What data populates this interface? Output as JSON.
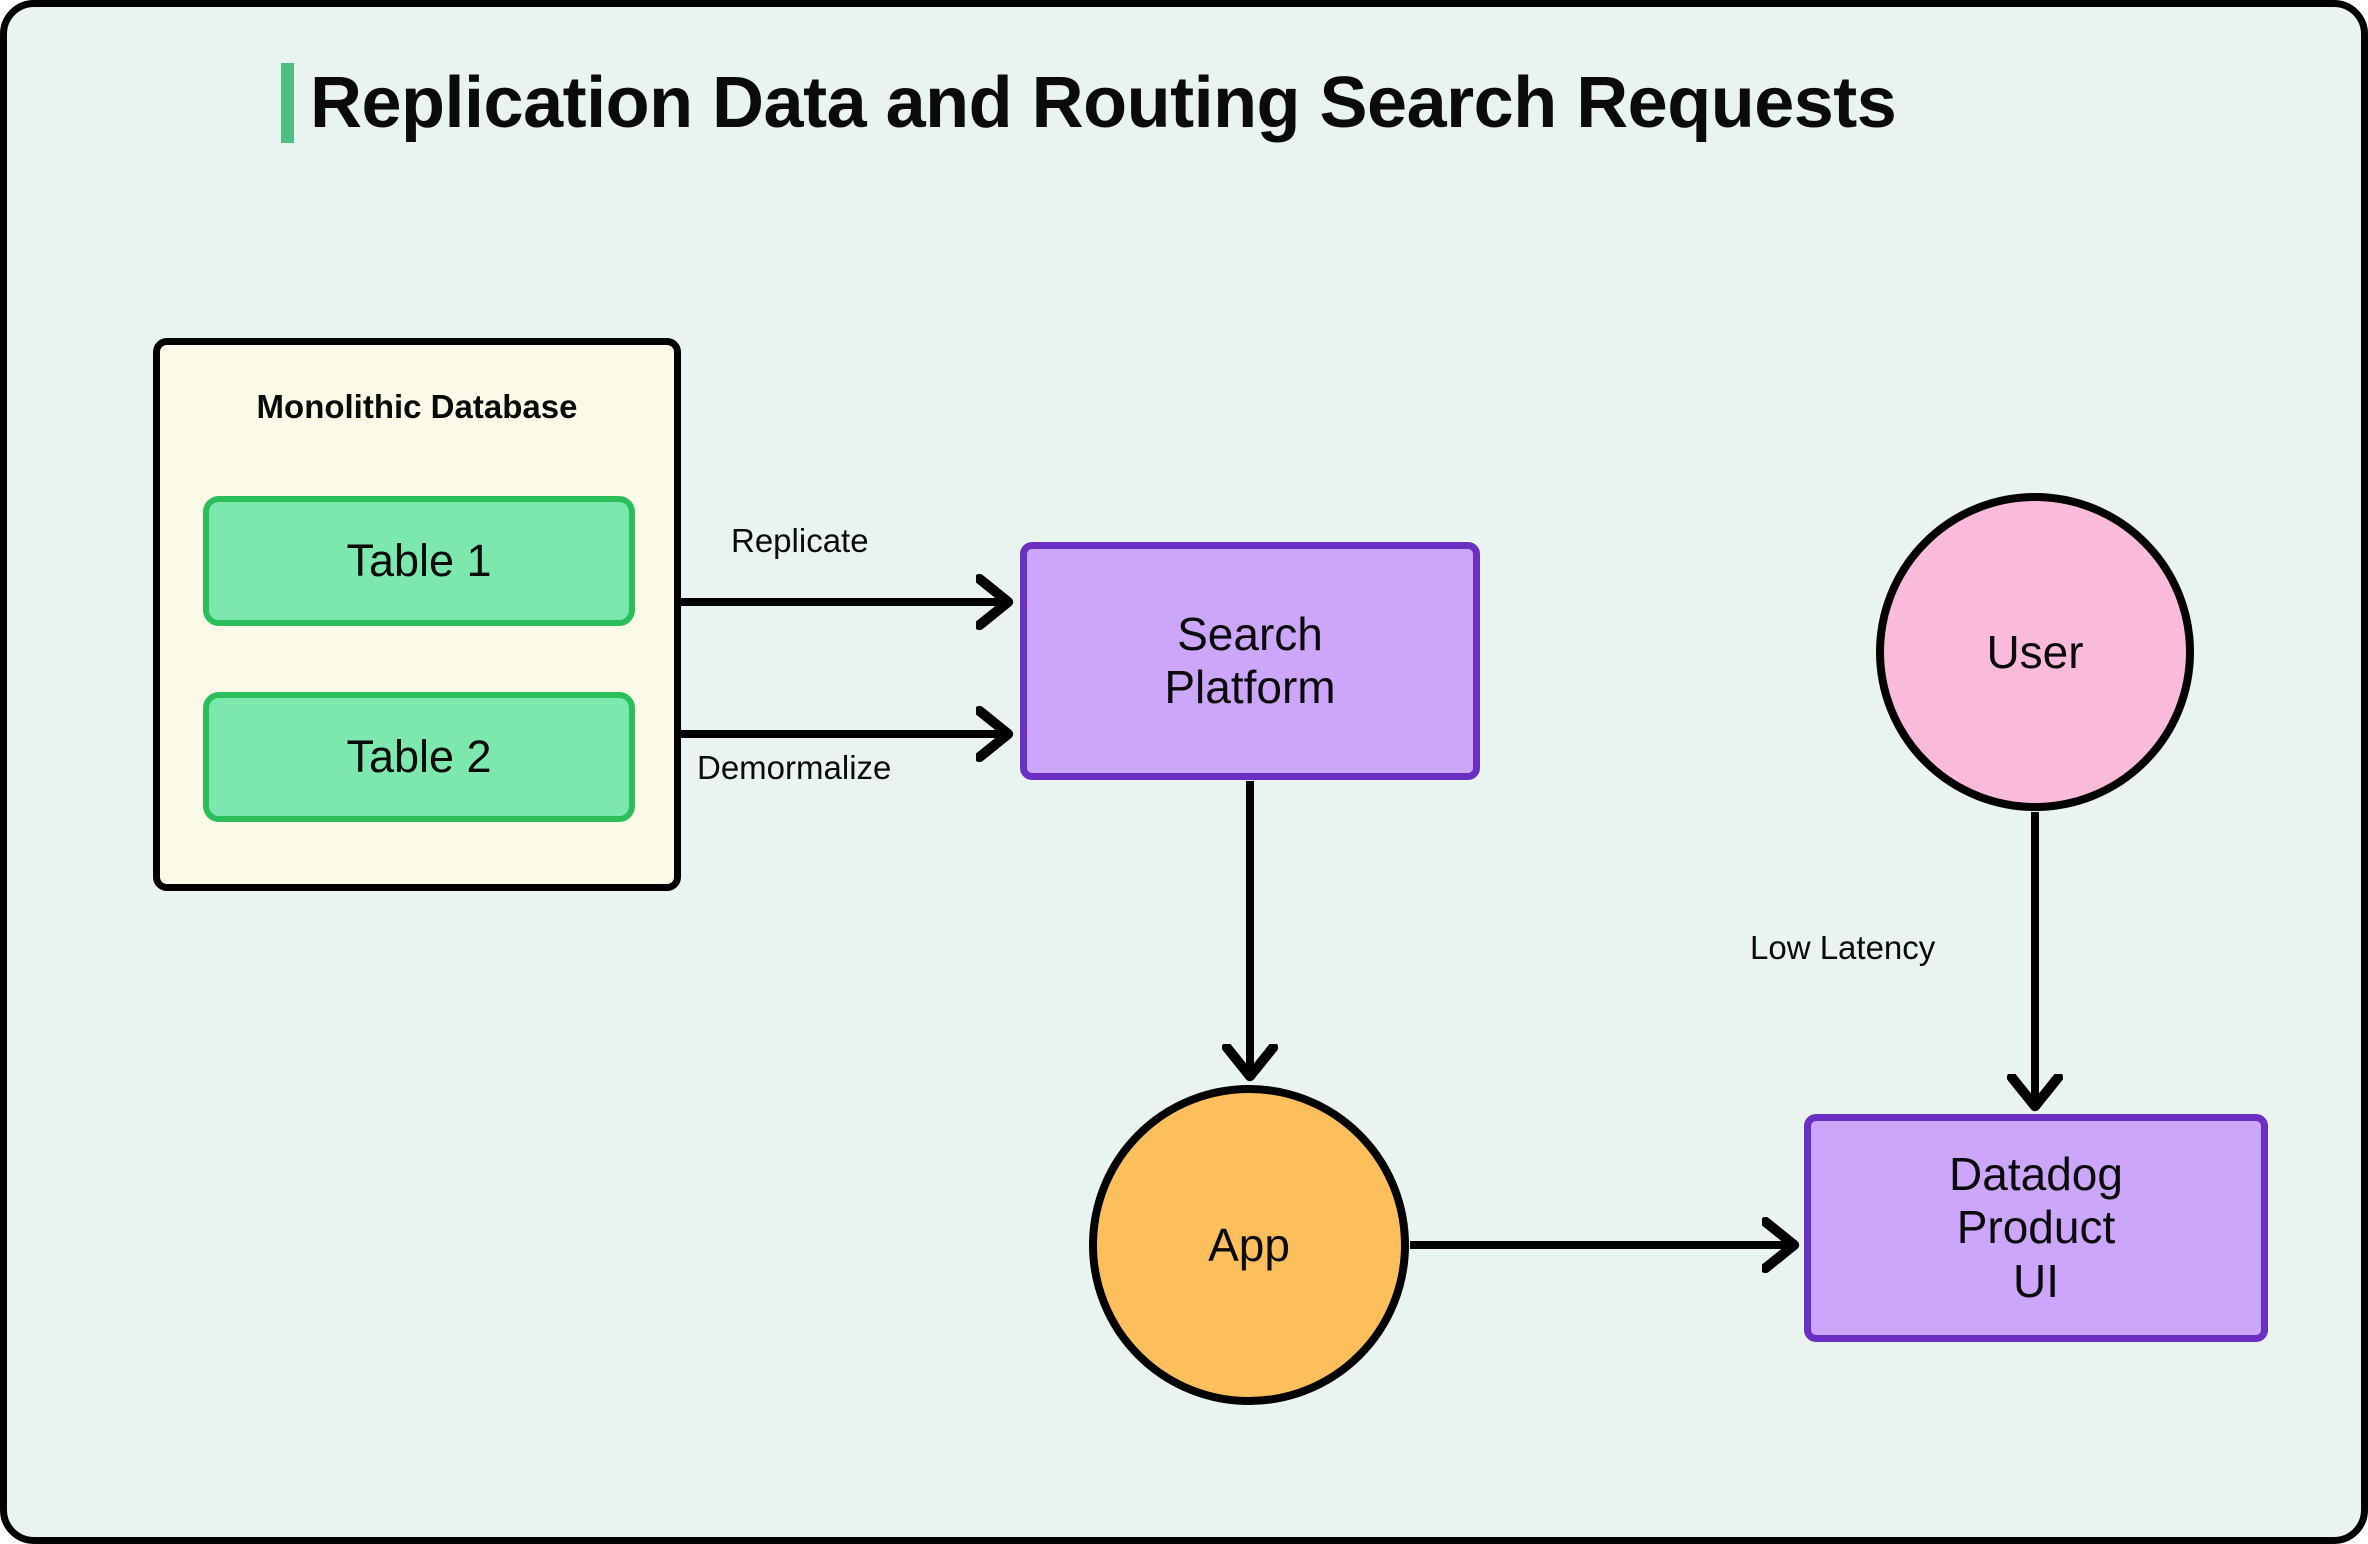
{
  "page": {
    "background_color": "#e9f3f0",
    "border_color": "#000000"
  },
  "header": {
    "title": "Replication Data and Routing Search Requests",
    "accent_color": "#4cc083"
  },
  "diagram": {
    "type": "flowchart",
    "containers": [
      {
        "id": "monolithic-database",
        "label": "Monolithic Database",
        "fill": "#fbfae9",
        "stroke": "#000000"
      }
    ],
    "nodes": [
      {
        "id": "table-1",
        "label": "Table 1",
        "shape": "rounded-rect",
        "fill": "#7de8ae",
        "stroke": "#2bbf5c"
      },
      {
        "id": "table-2",
        "label": "Table 2",
        "shape": "rounded-rect",
        "fill": "#7de8ae",
        "stroke": "#2bbf5c"
      },
      {
        "id": "search-platform",
        "label": "Search\nPlatform",
        "shape": "rect",
        "fill": "#cba6fb",
        "stroke": "#6b2fc4"
      },
      {
        "id": "app",
        "label": "App",
        "shape": "circle",
        "fill": "#fcbf5c",
        "stroke": "#000000"
      },
      {
        "id": "user",
        "label": "User",
        "shape": "circle",
        "fill": "#f9bbd9",
        "stroke": "#000000"
      },
      {
        "id": "datadog-ui",
        "label": "Datadog\nProduct\nUI",
        "shape": "rect",
        "fill": "#cba6fb",
        "stroke": "#6b2fc4"
      }
    ],
    "edges": [
      {
        "id": "e1",
        "from": "table-1",
        "to": "search-platform",
        "label": "Replicate"
      },
      {
        "id": "e2",
        "from": "table-2",
        "to": "search-platform",
        "label": "Demormalize"
      },
      {
        "id": "e3",
        "from": "search-platform",
        "to": "app",
        "label": ""
      },
      {
        "id": "e4",
        "from": "app",
        "to": "datadog-ui",
        "label": ""
      },
      {
        "id": "e5",
        "from": "user",
        "to": "datadog-ui",
        "label": "Low Latency"
      }
    ]
  }
}
